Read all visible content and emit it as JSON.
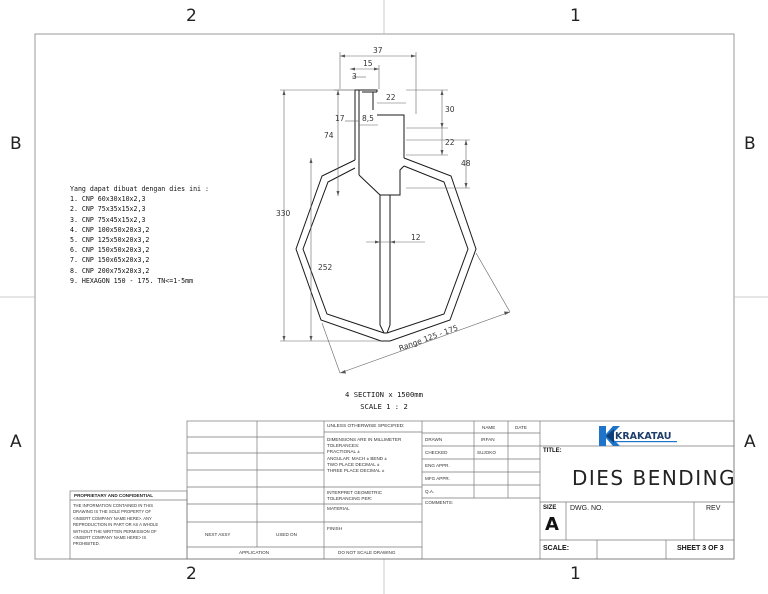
{
  "zones": {
    "top_left": "2",
    "top_right": "1",
    "bottom_left": "2",
    "bottom_right": "1",
    "left_top": "B",
    "left_bottom": "A",
    "right_top": "B",
    "right_bottom": "A"
  },
  "dimensions": {
    "d37": "37",
    "d15": "15",
    "d3": "3",
    "d22_top": "22",
    "d30": "30",
    "d17": "17",
    "d8_5": "8,5",
    "d74": "74",
    "d22_right": "22",
    "d48": "48",
    "d330": "330",
    "d12": "12",
    "d252": "252",
    "range": "Range 125 - 175"
  },
  "notes": {
    "title": "Yang dapat dibuat dengan dies ini :",
    "items": [
      "1. CNP 60x30x10x2,3",
      "2. CNP 75x35x15x2,3",
      "3. CNP 75x45x15x2,3",
      "4. CNP 100x50x20x3,2",
      "5. CNP 125x50x20x3,2",
      "6. CNP 150x50x20x3,2",
      "7. CNP 150x65x20x3,2",
      "8. CNP 200x75x20x3,2",
      "9. HEXAGON 150 - 175. TN<=1-5mm"
    ]
  },
  "view": {
    "section": "4 SECTION x 1500mm",
    "scale": "SCALE 1 : 2"
  },
  "title_block": {
    "proprietary_title": "PROPRIETARY AND CONFIDENTIAL",
    "proprietary_lines": [
      "THE INFORMATION CONTAINED IN THIS",
      "DRAWING IS THE SOLE PROPERTY OF",
      "<INSERT COMPANY NAME HERE>. ANY",
      "REPRODUCTION IN PART OR AS A WHOLE",
      "WITHOUT THE WRITTEN PERMISSION OF",
      "<INSERT COMPANY NAME HERE> IS",
      "PROHIBITED."
    ],
    "next_assy": "NEXT ASSY",
    "used_on": "USED ON",
    "application": "APPLICATION",
    "unless": "UNLESS OTHERWISE SPECIFIED:",
    "dims_lines": [
      "DIMENSIONS ARE IN MILLIMETER",
      "TOLERANCES:",
      "FRACTIONAL ±",
      "ANGULAR: MACH ±   BEND ±",
      "TWO PLACE DECIMAL  ±",
      "THREE PLACE DECIMAL  ±"
    ],
    "interpret": [
      "INTERPRET GEOMETRIC",
      "TOLERANCING PER:"
    ],
    "material": "MATERIAL",
    "finish": "FINISH",
    "do_not_scale": "DO NOT SCALE DRAWING",
    "name": "NAME",
    "date": "DATE",
    "rows": [
      {
        "label": "DRAWN",
        "name": "IRFAN"
      },
      {
        "label": "CHECKED",
        "name": "SUJOKO"
      },
      {
        "label": "ENG APPR.",
        "name": ""
      },
      {
        "label": "MFG APPR.",
        "name": ""
      },
      {
        "label": "Q.A.",
        "name": ""
      },
      {
        "label": "COMMENTS:",
        "name": ""
      }
    ],
    "logo_text": "KRAKATAU",
    "title_label": "TITLE:",
    "title": "DIES BENDING",
    "size_label": "SIZE",
    "size": "A",
    "dwg_label": "DWG.  NO.",
    "rev_label": "REV",
    "scale_label": "SCALE:",
    "sheet": "SHEET 3 OF 3"
  },
  "colors": {
    "line": "#1a1a1a",
    "dim": "#555555",
    "logo_blue": "#1f74c9"
  }
}
